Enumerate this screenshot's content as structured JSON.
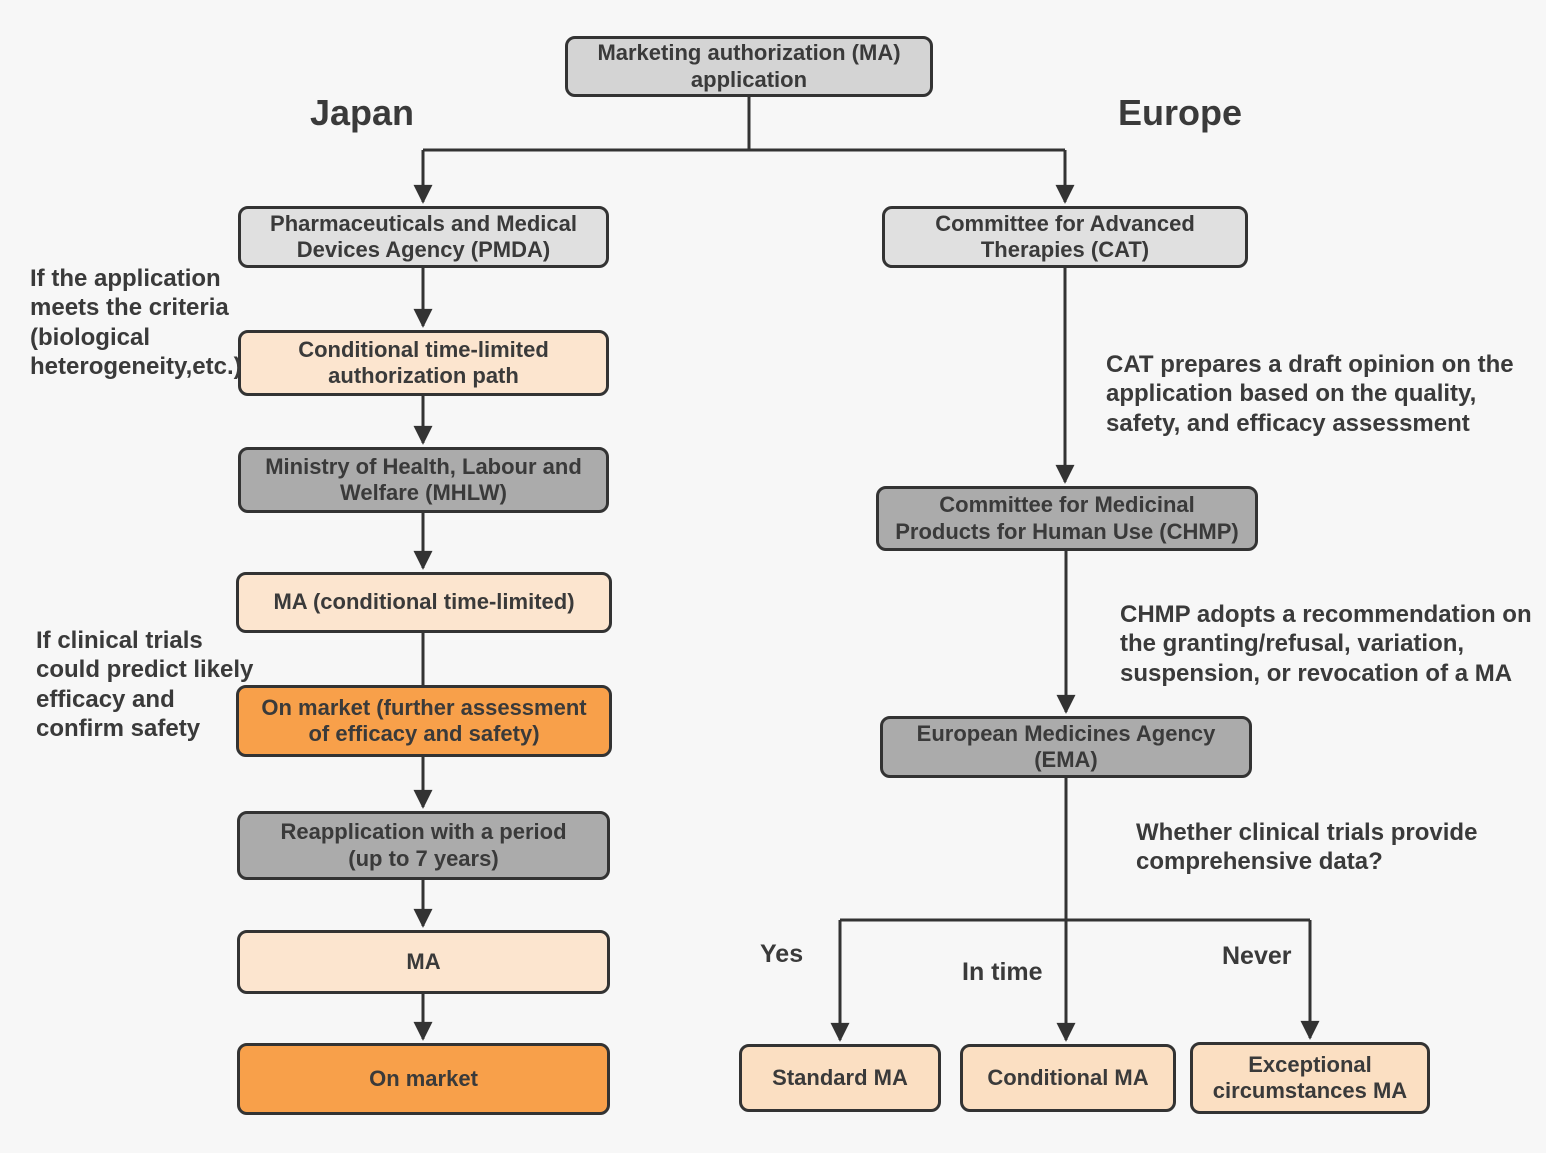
{
  "headers": {
    "japan": "Japan",
    "europe": "Europe"
  },
  "nodes": {
    "ma_application": {
      "label": [
        "Marketing authorization (MA)",
        "application"
      ]
    },
    "pmda": {
      "label": [
        "Pharmaceuticals and Medical",
        "Devices Agency (PMDA)"
      ]
    },
    "conditional_path": {
      "label": [
        "Conditional time-limited",
        "authorization path"
      ]
    },
    "mhlw": {
      "label": [
        "Ministry of Health, Labour and",
        "Welfare (MHLW)"
      ]
    },
    "ma_conditional": {
      "label": [
        "MA (conditional time-limited)"
      ]
    },
    "on_market_assessment": {
      "label": [
        "On market (further assessment",
        "of efficacy and safety)"
      ]
    },
    "reapplication": {
      "label": [
        "Reapplication with a period",
        "(up to 7 years)"
      ]
    },
    "ma": {
      "label": [
        "MA"
      ]
    },
    "on_market": {
      "label": [
        "On market"
      ]
    },
    "cat": {
      "label": [
        "Committee for Advanced",
        "Therapies (CAT)"
      ]
    },
    "chmp": {
      "label": [
        "Committee for Medicinal",
        "Products for Human Use (CHMP)"
      ]
    },
    "ema": {
      "label": [
        "European Medicines Agency",
        "(EMA)"
      ]
    },
    "standard_ma": {
      "label": [
        "Standard MA"
      ]
    },
    "conditional_ma": {
      "label": [
        "Conditional MA"
      ]
    },
    "exceptional_ma": {
      "label": [
        "Exceptional",
        "circumstances MA"
      ]
    }
  },
  "annotations": {
    "left_top": {
      "lines": [
        "If the application",
        "meets the criteria",
        "(biological",
        "heterogeneity,etc.)"
      ]
    },
    "left_bottom": {
      "lines": [
        "If clinical trials",
        "could predict likely",
        "efficacy and",
        "confirm safety"
      ]
    },
    "cat_note": {
      "lines": [
        "CAT prepares a draft opinion on the",
        "application based on the quality,",
        "safety, and efficacy assessment"
      ]
    },
    "chmp_note": {
      "lines": [
        "CHMP adopts a recommendation on",
        "the granting/refusal, variation,",
        "suspension, or revocation of a MA"
      ]
    },
    "ema_note": {
      "lines": [
        "Whether clinical trials provide",
        "comprehensive data?"
      ]
    }
  },
  "branches": {
    "yes": {
      "label": "Yes"
    },
    "in_time": {
      "label": "In time"
    },
    "never": {
      "label": "Never"
    }
  },
  "colors": {
    "bg": "#f7f7f7",
    "border": "#333333",
    "text": "#3a3a3a",
    "gray_box": "#d4d4d4",
    "gray_light": "#e0e0e0",
    "gray_mid": "#ababab",
    "peach": "#fce5cf",
    "peach_deep": "#fbdfc2",
    "orange": "#f8a04a"
  }
}
